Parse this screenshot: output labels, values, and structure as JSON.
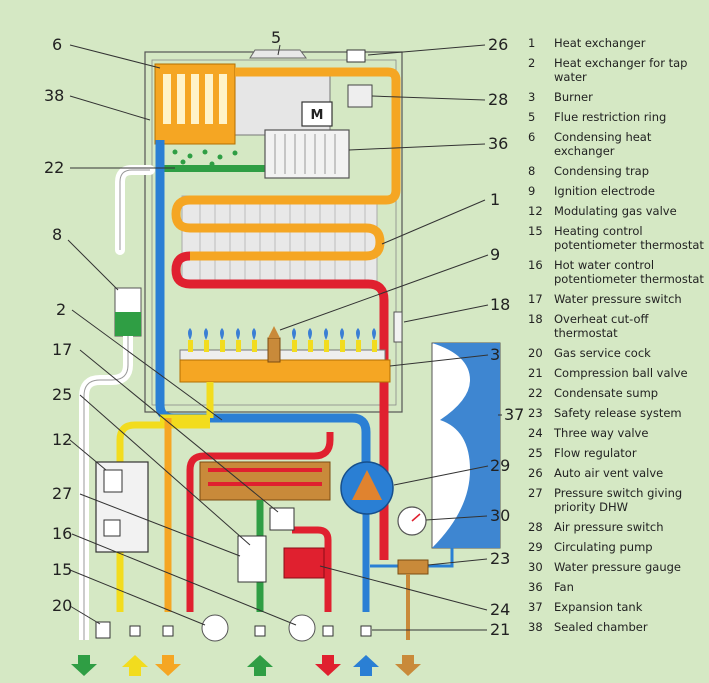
{
  "colors": {
    "background": "#d5e8c4",
    "heating_flow": "#f5a623",
    "heating_return": "#2a7fd4",
    "hot_water": "#e0202f",
    "cold_water": "#2a7fd4",
    "gas": "#f2dc1e",
    "condensate": "#2f9e44",
    "flue": "#ffffff",
    "expansion_tank": "#3e86d1"
  },
  "callouts": [
    {
      "id": "6",
      "label": "6"
    },
    {
      "id": "5",
      "label": "5"
    },
    {
      "id": "26",
      "label": "26"
    },
    {
      "id": "38",
      "label": "38"
    },
    {
      "id": "28",
      "label": "28"
    },
    {
      "id": "22",
      "label": "22"
    },
    {
      "id": "36",
      "label": "36"
    },
    {
      "id": "8",
      "label": "8"
    },
    {
      "id": "1",
      "label": "1"
    },
    {
      "id": "9",
      "label": "9"
    },
    {
      "id": "2",
      "label": "2"
    },
    {
      "id": "18",
      "label": "18"
    },
    {
      "id": "17",
      "label": "17"
    },
    {
      "id": "3",
      "label": "3"
    },
    {
      "id": "25",
      "label": "25"
    },
    {
      "id": "37",
      "label": "37"
    },
    {
      "id": "12",
      "label": "12"
    },
    {
      "id": "29",
      "label": "29"
    },
    {
      "id": "27",
      "label": "27"
    },
    {
      "id": "30",
      "label": "30"
    },
    {
      "id": "16",
      "label": "16"
    },
    {
      "id": "23",
      "label": "23"
    },
    {
      "id": "15",
      "label": "15"
    },
    {
      "id": "24",
      "label": "24"
    },
    {
      "id": "20",
      "label": "20"
    },
    {
      "id": "21",
      "label": "21"
    }
  ],
  "fan_letter": "M",
  "legend": [
    {
      "num": "1",
      "text": "Heat exchanger"
    },
    {
      "num": "2",
      "text": "Heat exchanger for tap water"
    },
    {
      "num": "3",
      "text": "Burner"
    },
    {
      "num": "5",
      "text": "Flue restriction ring"
    },
    {
      "num": "6",
      "text": "Condensing heat exchanger"
    },
    {
      "num": "8",
      "text": "Condensing trap"
    },
    {
      "num": "9",
      "text": "Ignition electrode"
    },
    {
      "num": "12",
      "text": "Modulating gas valve"
    },
    {
      "num": "15",
      "text": "Heating control potentiometer thermostat"
    },
    {
      "num": "16",
      "text": "Hot water control potentiometer thermostat"
    },
    {
      "num": "17",
      "text": "Water pressure switch"
    },
    {
      "num": "18",
      "text": "Overheat cut-off thermostat"
    },
    {
      "num": "20",
      "text": "Gas service cock"
    },
    {
      "num": "21",
      "text": "Compression ball valve"
    },
    {
      "num": "22",
      "text": "Condensate sump"
    },
    {
      "num": "23",
      "text": "Safety release system"
    },
    {
      "num": "24",
      "text": "Three way valve"
    },
    {
      "num": "25",
      "text": "Flow regulator"
    },
    {
      "num": "26",
      "text": "Auto air vent valve"
    },
    {
      "num": "27",
      "text": "Pressure switch giving priority DHW"
    },
    {
      "num": "28",
      "text": "Air pressure switch"
    },
    {
      "num": "29",
      "text": "Circulating pump"
    },
    {
      "num": "30",
      "text": "Water pressure gauge"
    },
    {
      "num": "36",
      "text": "Fan"
    },
    {
      "num": "37",
      "text": "Expansion tank"
    },
    {
      "num": "38",
      "text": "Sealed chamber"
    }
  ]
}
